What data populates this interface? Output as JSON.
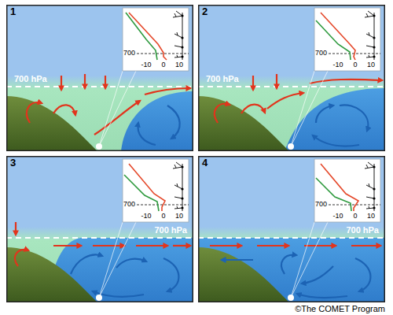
{
  "diagram": {
    "nodes": [
      {
        "text": [
          "1",
          "700 hPa"
        ]
      },
      {
        "text": [
          "700",
          "-10",
          "0",
          "10"
        ],
        "in": 0
      },
      {
        "text": [
          "2",
          "700 hPa"
        ]
      },
      {
        "text": [
          "700",
          "-10",
          "0",
          "10"
        ],
        "in": 2
      },
      {
        "text": [
          "3",
          "700 hPa"
        ]
      },
      {
        "text": [
          "700",
          "-10",
          "0",
          "10"
        ],
        "in": 4
      },
      {
        "text": [
          "4",
          "700 hPa"
        ]
      },
      {
        "text": [
          "700",
          "-10",
          "0",
          "10"
        ],
        "in": 6
      }
    ],
    "labels": [
      "©The COMET Program"
    ]
  }
}
